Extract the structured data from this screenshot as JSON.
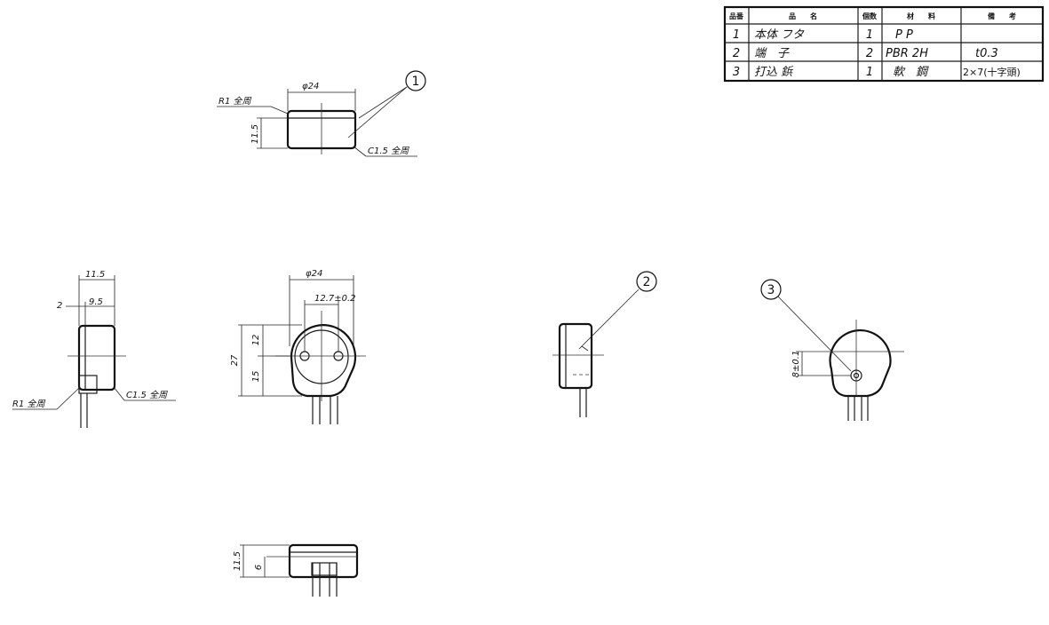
{
  "parts_table": {
    "headers": [
      "品番",
      "品　　名",
      "個数",
      "材　　料",
      "備　　考"
    ],
    "rows": [
      {
        "no": "1",
        "name": "本体 フタ",
        "qty": "1",
        "material": "P P",
        "remarks": ""
      },
      {
        "no": "2",
        "name": "端　子",
        "qty": "2",
        "material": "PBR 2H",
        "remarks": "t0.3"
      },
      {
        "no": "3",
        "name": "打込 鋲",
        "qty": "1",
        "material": "軟　鋼",
        "remarks": "2×7(十字頭)"
      }
    ]
  },
  "balloons": {
    "b1": "1",
    "b2": "2",
    "b3": "3"
  },
  "top_view": {
    "dia": "φ24",
    "height": "11.5",
    "r_note": "R1 全周",
    "c_note": "C1.5 全周"
  },
  "side_view": {
    "total_depth": "11.5",
    "offset": "2",
    "inner_depth": "9.5",
    "r_note": "R1 全周",
    "c_note": "C1.5 全周"
  },
  "front_view": {
    "dia": "φ24",
    "pitch": "12.7±0.2",
    "total_height": "27",
    "upper": "12",
    "lower": "15"
  },
  "right_view": {
    "pin_offset": "8±0.1"
  },
  "bottom_view": {
    "height": "11.5",
    "pin_height": "6"
  }
}
